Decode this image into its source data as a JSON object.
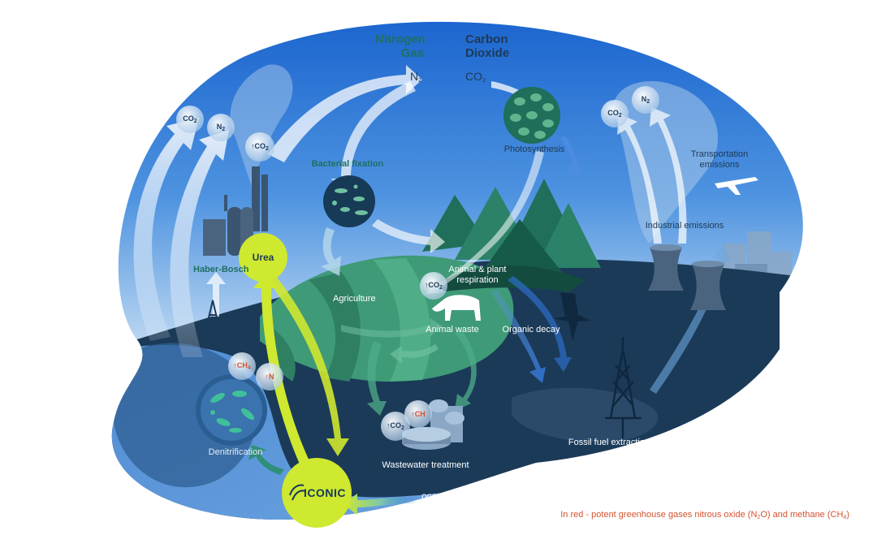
{
  "headers": {
    "nitrogen_line1": "Nitrogen",
    "nitrogen_line2": "Gas",
    "nitrogen_formula": "N",
    "nitrogen_formula_sub": "2",
    "carbon_line1": "Carbon",
    "carbon_line2": "Dioxide",
    "carbon_formula": "CO",
    "carbon_formula_sub": "2"
  },
  "labels": {
    "photosynthesis": "Photosynthesis",
    "bacterial_fixation": "Bacterial fixation",
    "transportation_line1": "Transportation",
    "transportation_line2": "emissions",
    "industrial_emissions": "Industrial emissions",
    "haber_bosch": "Haber-Bosch",
    "urea": "Urea",
    "agriculture": "Agriculture",
    "respiration_line1": "Animal & plant",
    "respiration_line2": "respiration",
    "animal_waste": "Animal waste",
    "organic_decay": "Organic decay",
    "denitrification": "Denitrification",
    "wastewater_treatment": "Wastewater treatment",
    "fossil_fuel_extraction": "Fossil fuel extraction",
    "ocean_co2": "ocean CO",
    "ocean_co2_sub": "2",
    "iconic": "ICONIC"
  },
  "bubbles": {
    "co2_left": "CO",
    "n2_left": "N",
    "up_co2_haber": "↑CO",
    "up_co2_animal": "↑CO",
    "up_ch4_denit": "↑CH",
    "up_n2o_denit": "↑N",
    "up_co2_waste": "↑CO",
    "up_ch4_waste": "↑CH",
    "co2_right": "CO",
    "n2_right": "N",
    "sub_2": "2",
    "sub_4": "4"
  },
  "note": {
    "text": "In red - potent greenhouse gases nitrous oxide (N",
    "sub1": "2",
    "mid": "O) and methane (CH",
    "sub2": "4",
    "end": ")"
  },
  "colors": {
    "sky_top": "#1f6fd6",
    "sky_bottom": "#cfe3f4",
    "water": "#4b86cf",
    "land_dark": "#1b3a58",
    "hill_green": "#3f9a78",
    "tree_green": "#1f6f5a",
    "lime": "#cfe830",
    "red_gas": "#d4532f"
  }
}
